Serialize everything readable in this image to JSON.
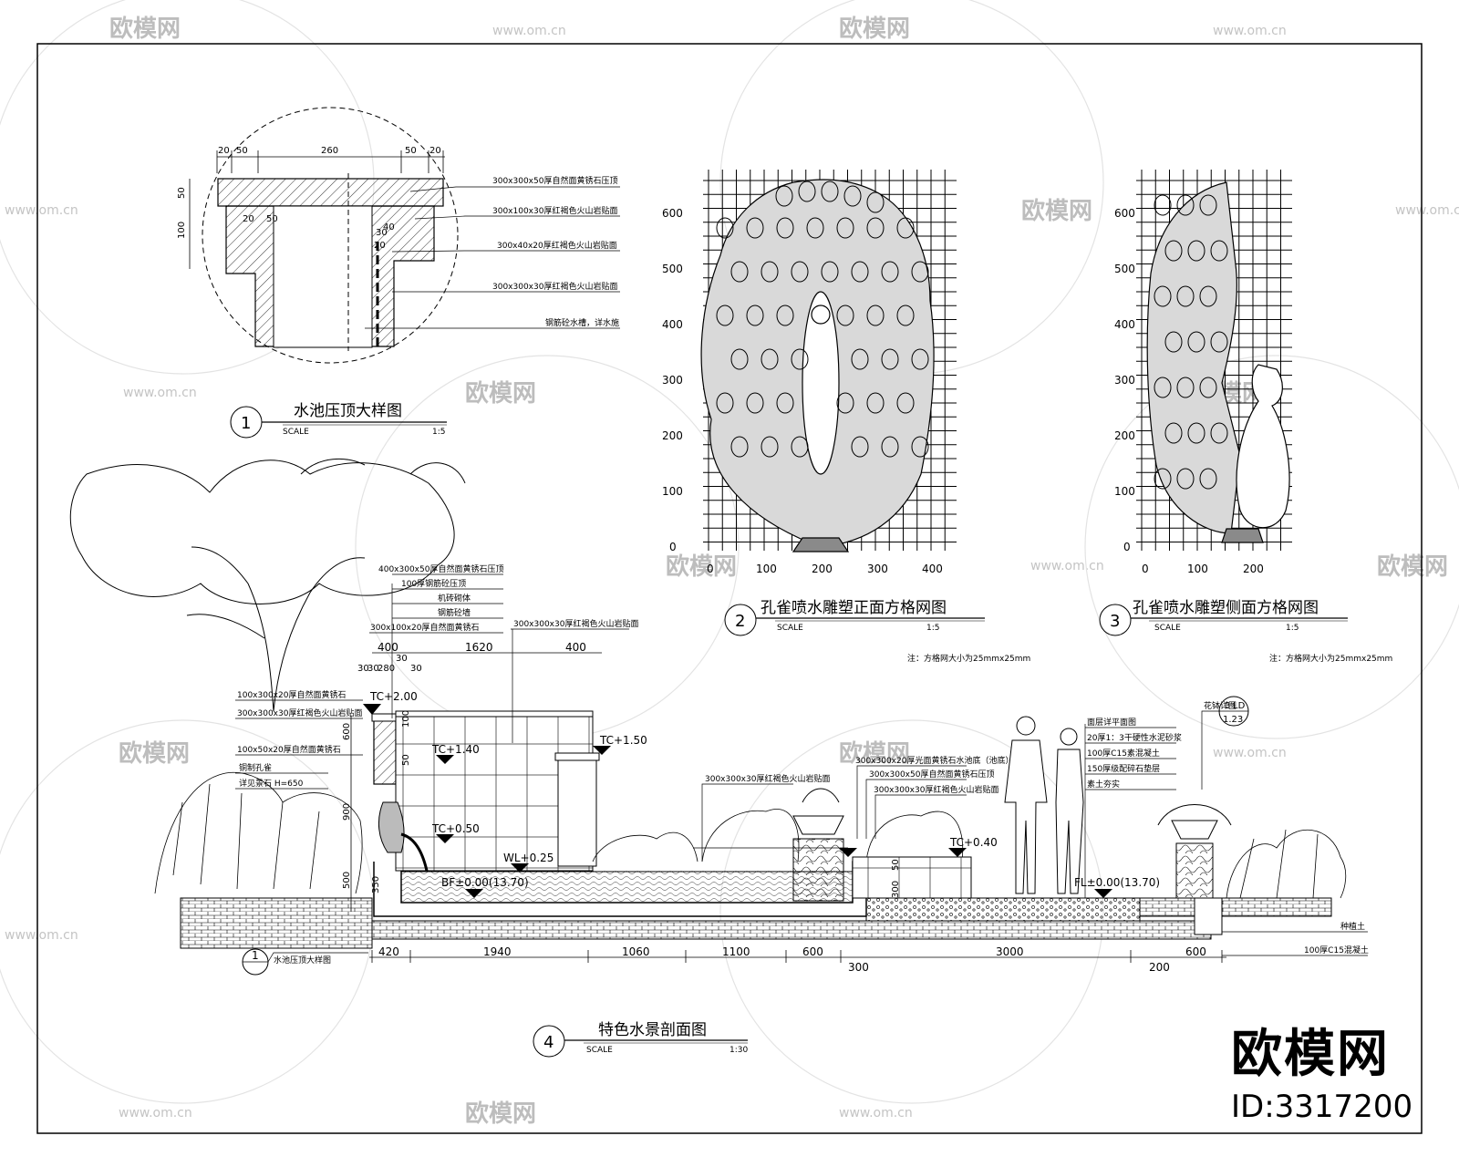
{
  "watermark": {
    "brand": "欧模网",
    "url": "www.om.cn"
  },
  "detail_1": {
    "number": "1",
    "title": "水池压顶大样图",
    "scale_label": "SCALE",
    "scale": "1:5",
    "dims_top": [
      "20",
      "50",
      "260",
      "50",
      "20"
    ],
    "dims_left": [
      "50",
      "100"
    ],
    "dims_inner": [
      "20",
      "50",
      "20",
      "30",
      "40"
    ],
    "callouts": [
      "300x300x50厚自然面黄锈石压顶",
      "300x100x30厚红褐色火山岩贴面",
      "300x40x20厚红褐色火山岩贴面",
      "300x300x30厚红褐色火山岩贴面",
      "钢筋砼水槽，详水施"
    ]
  },
  "detail_2": {
    "number": "2",
    "title": "孔雀喷水雕塑正面方格网图",
    "scale_label": "SCALE",
    "scale": "1:5",
    "y_ticks": [
      "0",
      "100",
      "200",
      "300",
      "400",
      "500",
      "600"
    ],
    "x_ticks": [
      "0",
      "100",
      "200",
      "300",
      "400"
    ],
    "note": "注：方格网大小为25mmx25mm"
  },
  "detail_3": {
    "number": "3",
    "title": "孔雀喷水雕塑侧面方格网图",
    "scale_label": "SCALE",
    "scale": "1:5",
    "y_ticks": [
      "0",
      "100",
      "200",
      "300",
      "400",
      "500",
      "600"
    ],
    "x_ticks": [
      "0",
      "100",
      "200"
    ],
    "note": "注：方格网大小为25mmx25mm"
  },
  "detail_4": {
    "number": "4",
    "title": "特色水景剖面图",
    "scale_label": "SCALE",
    "scale": "1:30",
    "wall_callouts": [
      "400x300x50厚自然面黄锈石压顶",
      "100厚钢筋砼压顶",
      "机砖砌体",
      "钢筋砼墙",
      "300x100x20厚自然面黄锈石",
      "300x300x30厚红褐色火山岩贴面"
    ],
    "left_callouts": [
      "100x300x20厚自然面黄锈石",
      "300x300x30厚红褐色火山岩贴面",
      "100x50x20厚自然面黄锈石",
      "铜制孔雀",
      "详见景石 H=650"
    ],
    "pool_callouts": [
      "300x300x30厚红褐色火山岩贴面",
      "300x300x20厚光面黄锈石水池底（池底）",
      "300x300x50厚自然面黄锈石压顶",
      "300x300x30厚红褐色火山岩贴面"
    ],
    "paving_callouts": [
      "面层详平面图",
      "20厚1：3干硬性水泥砂浆",
      "100厚C15素混凝土",
      "150厚级配碎石垫层",
      "素土夯实"
    ],
    "flowerbed_ref": {
      "label": "花钵详图",
      "sheet": "3",
      "code": "LD",
      "page": "1.23"
    },
    "levels": [
      "TC+2.00",
      "TC+1.40",
      "TC+1.50",
      "TC+0.50",
      "WL+0.25",
      "BF±0.00(13.70)",
      "TC+0.40",
      "FL±0.00(13.70)"
    ],
    "dims_top": [
      "400",
      "1620",
      "400"
    ],
    "dims_small": [
      "30",
      "30",
      "280",
      "30",
      "30"
    ],
    "dims_vertical": [
      "600",
      "100",
      "50",
      "900",
      "500",
      "350",
      "300",
      "50"
    ],
    "dims_bottom": [
      "420",
      "1940",
      "1060",
      "1100",
      "600",
      "3000",
      "600"
    ],
    "dims_bottom_sub": [
      "300",
      "200"
    ],
    "right_callouts": [
      "种植土",
      "100厚C15混凝土"
    ],
    "ref_tag": {
      "number": "1",
      "label": "水池压顶大样图"
    }
  },
  "brand_block": {
    "name": "欧模网",
    "id": "ID:3317200"
  }
}
